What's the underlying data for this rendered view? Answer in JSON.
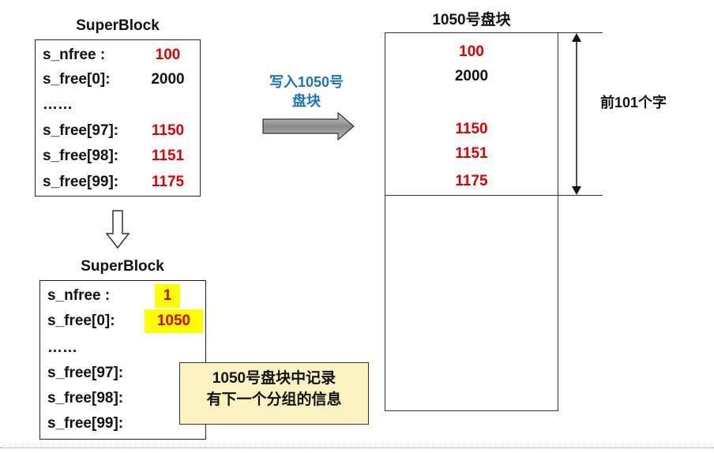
{
  "top_superblock": {
    "title": "SuperBlock",
    "rows": [
      {
        "label": "s_nfree :",
        "value": "100",
        "color": "#e00000"
      },
      {
        "label": "s_free[0]:",
        "value": "2000",
        "color": "#111111"
      },
      {
        "label": "……",
        "value": "",
        "color": "#111111"
      },
      {
        "label": "s_free[97]:",
        "value": "1150",
        "color": "#e00000"
      },
      {
        "label": "s_free[98]:",
        "value": "1151",
        "color": "#e00000"
      },
      {
        "label": "s_free[99]:",
        "value": "1175",
        "color": "#e00000"
      }
    ]
  },
  "write_arrow": {
    "line1": "写入1050号",
    "line2": "盘块"
  },
  "bottom_superblock": {
    "title": "SuperBlock",
    "rows": [
      {
        "label": "s_nfree :",
        "value": "1",
        "highlight": true
      },
      {
        "label": "s_free[0]:",
        "value": "1050",
        "highlight": true
      },
      {
        "label": "……",
        "value": ""
      },
      {
        "label": "s_free[97]:",
        "value": ""
      },
      {
        "label": "s_free[98]:",
        "value": ""
      },
      {
        "label": "s_free[99]:",
        "value": ""
      }
    ]
  },
  "disk_block": {
    "title": "1050号盘块",
    "values": [
      {
        "text": "100",
        "color": "#e00000"
      },
      {
        "text": "2000",
        "color": "#111111"
      },
      {
        "text": "1150",
        "color": "#e00000"
      },
      {
        "text": "1151",
        "color": "#e00000"
      },
      {
        "text": "1175",
        "color": "#e00000"
      }
    ],
    "span_label": "前101个字"
  },
  "callout": {
    "line1": "1050号盘块中记录",
    "line2": "有下一个分组的信息"
  },
  "colors": {
    "red": "#e00000",
    "blue": "#1b75bb",
    "highlight": "#ffff00",
    "callout_bg": "#fdf2c2"
  }
}
